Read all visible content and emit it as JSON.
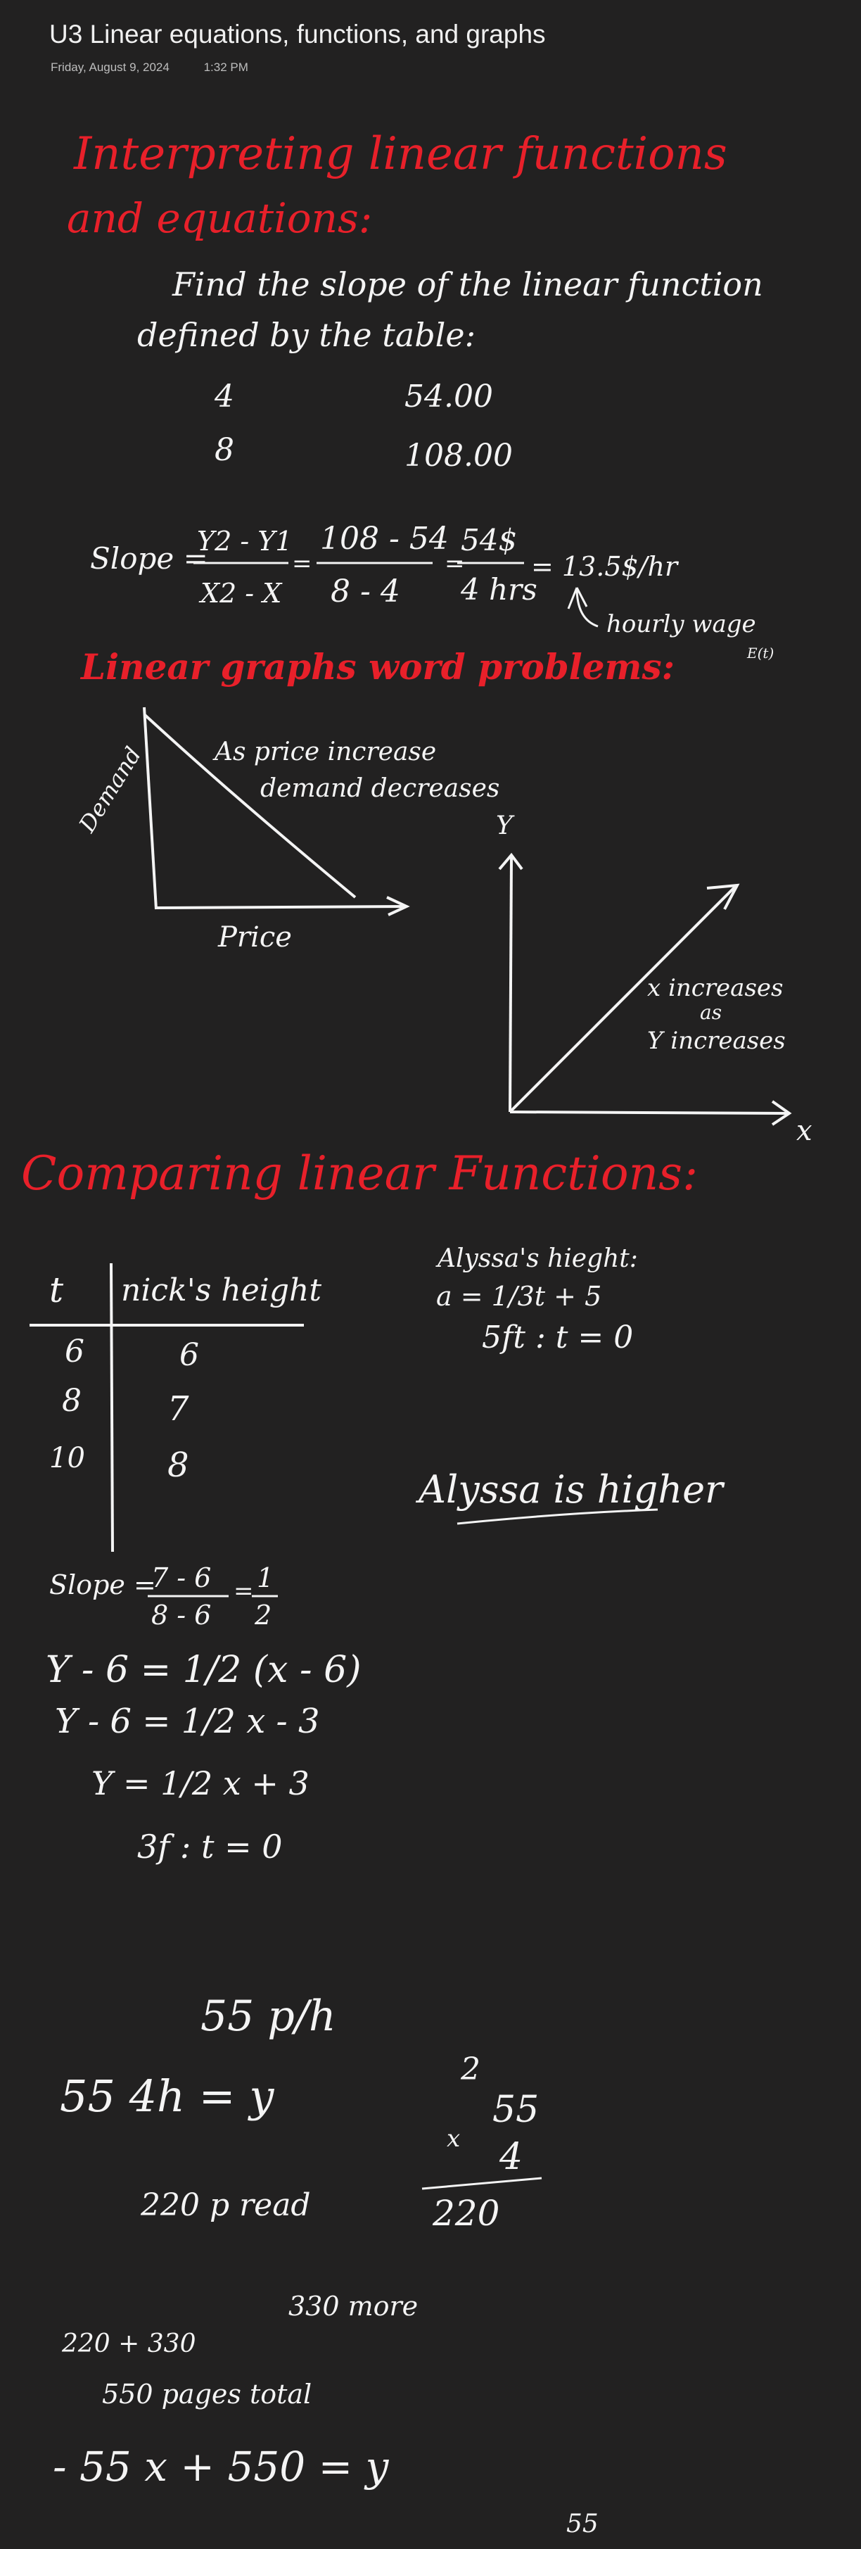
{
  "page": {
    "title": "U3 Linear equations, functions, and graphs",
    "date": "Friday, August 9, 2024",
    "time": "1:32 PM"
  },
  "section1": {
    "heading_line1": "Interpreting linear functions",
    "heading_line2": "and equations:",
    "prompt_line1": "Find the slope of the linear function",
    "prompt_line2": "defined by the table:",
    "table": [
      [
        "4",
        "54.00"
      ],
      [
        "8",
        "108.00"
      ]
    ],
    "slope_label": "Slope =",
    "formula_num": "Y2 - Y1",
    "formula_den": "X2 - X",
    "sub_num": "108 - 54",
    "sub_den": "8 - 4",
    "ratio_num": "54$",
    "ratio_den": "4 hrs",
    "result": "= 13.5$/hr",
    "note": "hourly wage",
    "func": "E(t)"
  },
  "section2": {
    "heading": "Linear graphs word problems:",
    "graph1_ylabel": "Demand",
    "graph1_xlabel": "Price",
    "graph1_note_line1": "As price increase",
    "graph1_note_line2": "demand decreases",
    "graph2_ylabel": "Y",
    "graph2_xlabel": "x",
    "graph2_note_line1": "x increases",
    "graph2_note_line2": "as",
    "graph2_note_line3": "Y increases"
  },
  "section3": {
    "heading": "Comparing linear Functions:",
    "table_col1": "t",
    "table_col2": "nick's height",
    "table_rows": [
      [
        "6",
        "6"
      ],
      [
        "8",
        "7"
      ],
      [
        "10",
        "8"
      ]
    ],
    "alyssa_label": "Alyssa's hieght:",
    "alyssa_eq": "a = 1/3t + 5",
    "alyssa_start": "5ft : t = 0",
    "conclusion": "Alyssa is higher",
    "slope_label": "Slope =",
    "slope_num": "7 - 6",
    "slope_den": "8 - 6",
    "slope_res_num": "1",
    "slope_res_den": "2",
    "eq1": "Y - 6 = 1/2 (x - 6)",
    "eq2": "Y - 6 = 1/2 x - 3",
    "eq3": "Y = 1/2 x + 3",
    "start": "3f : t = 0"
  },
  "section4": {
    "rate": "55 p/h",
    "eq": "55 4h = y",
    "carry": "2",
    "mult_top": "55",
    "mult_op": "x",
    "mult_bottom": "4",
    "mult_result": "220",
    "pages_read": "220 p read",
    "more": "330 more",
    "sum": "220 + 330",
    "total": "550 pages total",
    "final_eq": "- 55 x + 550 = y",
    "footer": "55"
  }
}
